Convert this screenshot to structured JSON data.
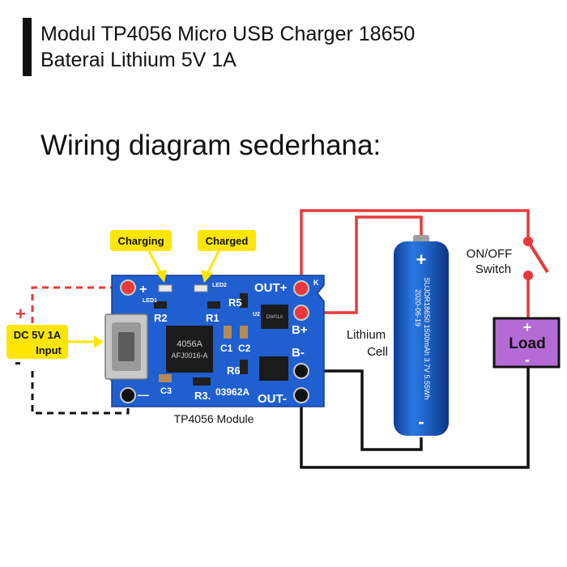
{
  "title": {
    "line1": "Modul TP4056 Micro USB Charger 18650",
    "line2": "Baterai Lithium 5V 1A"
  },
  "heading": "Wiring diagram sederhana:",
  "callouts": {
    "charging": "Charging",
    "charged": "Charged"
  },
  "input": {
    "label_line1": "DC 5V 1A",
    "label_line2": "Input",
    "plus": "+",
    "minus": "-"
  },
  "module": {
    "caption": "TP4056 Module",
    "ic_line1": "4056A",
    "ic_line2": "AFJ0016-A",
    "pads": {
      "plus": "+",
      "minus": "—",
      "out_plus": "OUT+",
      "b_plus": "B+",
      "b_minus": "B-",
      "out_minus": "OUT-"
    },
    "silkscreen": {
      "led1": "LED1",
      "led2": "LED2",
      "r2": "R2",
      "r1": "R1",
      "r5": "R5",
      "c1": "C1",
      "c2": "C2",
      "r6": "R6",
      "c3": "C3",
      "r3": "R3.",
      "code": "03962A",
      "k": "K",
      "u2": "U2",
      "chip2": "DW01A"
    }
  },
  "battery": {
    "label_line1": "Lithium",
    "label_line2": "Cell",
    "plus": "+",
    "minus": "-",
    "print_line1": "SUJOR18650 1500mAh 3.7V 5.55Wh",
    "print_line2": "2020-06-19"
  },
  "switch": {
    "label_line1": "ON/OFF",
    "label_line2": "Switch"
  },
  "load": {
    "label": "Load",
    "plus": "+",
    "minus": "-"
  },
  "colors": {
    "pcb": "#1f5fd0",
    "wire_red": "#e8393a",
    "wire_black": "#111111",
    "callout_yellow": "#ffe600",
    "load_fill": "#b56bd6",
    "battery": "#1f63c8"
  }
}
